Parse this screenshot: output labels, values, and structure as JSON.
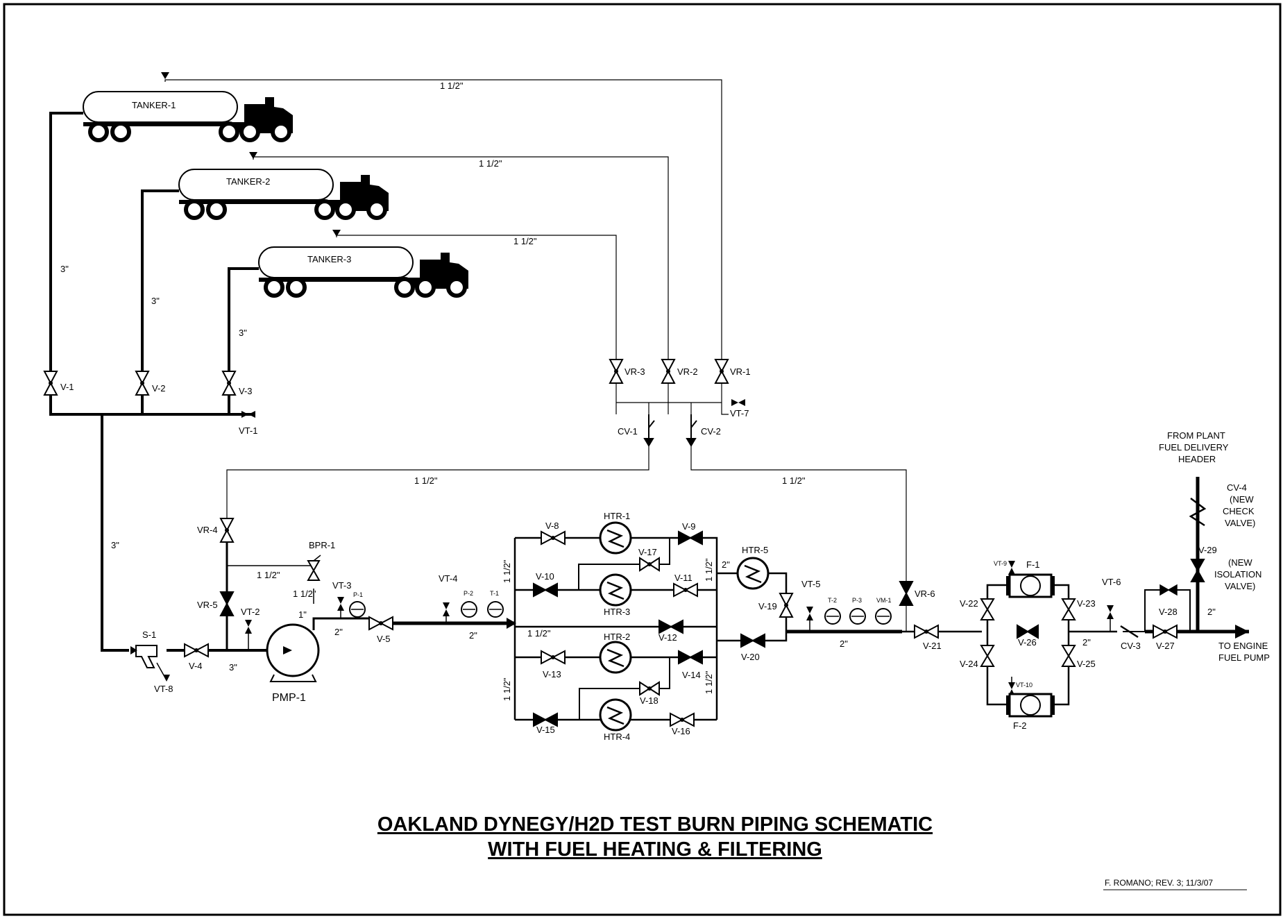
{
  "title": {
    "line1": "OAKLAND DYNEGY/H2D TEST BURN  PIPING SCHEMATIC",
    "line2": "WITH  FUEL HEATING & FILTERING"
  },
  "signature": "F. ROMANO;  REV. 3;  11/3/07",
  "tankers": [
    "TANKER-1",
    "TANKER-2",
    "TANKER-3"
  ],
  "pipe_sizes": {
    "s3": "3\"",
    "s112": "1 1/2\"",
    "s2": "2\"",
    "s1": "1\""
  },
  "valves": {
    "v1": "V-1",
    "v2": "V-2",
    "v3": "V-3",
    "v4": "V-4",
    "v5": "V-5",
    "v8": "V-8",
    "v9": "V-9",
    "v10": "V-10",
    "v11": "V-11",
    "v12": "V-12",
    "v13": "V-13",
    "v14": "V-14",
    "v15": "V-15",
    "v16": "V-16",
    "v17": "V-17",
    "v18": "V-18",
    "v19": "V-19",
    "v20": "V-20",
    "v21": "V-21",
    "v22": "V-22",
    "v23": "V-23",
    "v24": "V-24",
    "v25": "V-25",
    "v26": "V-26",
    "v27": "V-27",
    "v28": "V-28",
    "v29": "V-29"
  },
  "relief_valves": {
    "vr1": "VR-1",
    "vr2": "VR-2",
    "vr3": "VR-3",
    "vr4": "VR-4",
    "vr5": "VR-5",
    "vr6": "VR-6"
  },
  "vents": {
    "vt1": "VT-1",
    "vt2": "VT-2",
    "vt3": "VT-3",
    "vt4": "VT-4",
    "vt5": "VT-5",
    "vt6": "VT-6",
    "vt7": "VT-7",
    "vt8": "VT-8",
    "vt9": "VT-9",
    "vt10": "VT-10"
  },
  "check_valves": {
    "cv1": "CV-1",
    "cv2": "CV-2",
    "cv3": "CV-3",
    "cv4": "CV-4"
  },
  "heaters": {
    "htr1": "HTR-1",
    "htr2": "HTR-2",
    "htr3": "HTR-3",
    "htr4": "HTR-4",
    "htr5": "HTR-5"
  },
  "instruments": {
    "p1": "P-1",
    "p2": "P-2",
    "p3": "P-3",
    "t1": "T-1",
    "t2": "T-2",
    "vm1": "VM-1"
  },
  "equipment": {
    "bpr1": "BPR-1",
    "s1": "S-1",
    "pmp1": "PMP-1",
    "f1": "F-1",
    "f2": "F-2"
  },
  "notes": {
    "from_plant": [
      "FROM PLANT",
      "FUEL DELIVERY",
      "HEADER"
    ],
    "cv4_note": [
      "(NEW",
      "CHECK",
      "VALVE)"
    ],
    "v29_note": [
      "(NEW",
      "ISOLATION",
      "VALVE)"
    ],
    "to_engine": [
      "TO ENGINE",
      "FUEL PUMP"
    ]
  }
}
